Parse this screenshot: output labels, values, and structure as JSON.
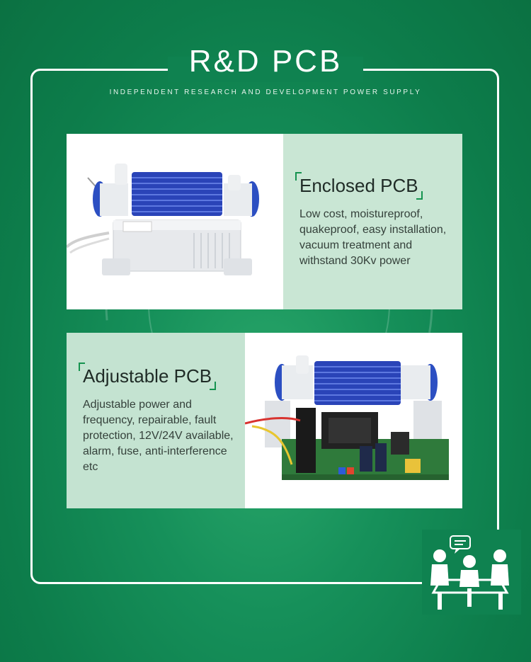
{
  "header": {
    "title": "R&D PCB",
    "subtitle": "INDEPENDENT RESEARCH AND DEVELOPMENT POWER SUPPLY"
  },
  "cards": [
    {
      "heading": "Enclosed PCB",
      "description": "Low cost, moistureproof, quakeproof, easy installation, vacuum treatment and withstand 30Kv power"
    },
    {
      "heading": "Adjustable PCB",
      "description": "Adjustable power and frequency, repairable, fault protection, 12V/24V available, alarm, fuse, anti-interference etc"
    }
  ],
  "colors": {
    "background": "#0f8250",
    "panel": "#c9e6d4",
    "accent": "#15934f",
    "heatsink": "#2a44b8"
  },
  "icons": [
    "team-meeting-icon",
    "chat-bubble-icon"
  ]
}
